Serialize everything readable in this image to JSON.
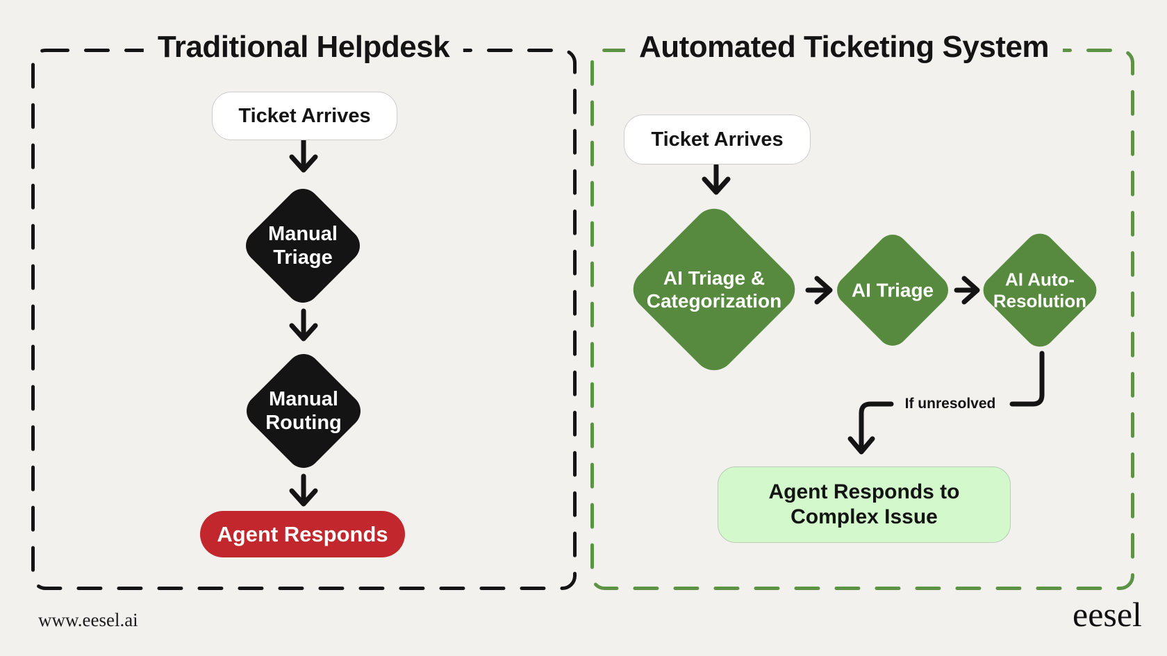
{
  "left_panel": {
    "title": "Traditional Helpdesk",
    "ticket_arrives": "Ticket Arrives",
    "manual_triage": "Manual Triage",
    "manual_routing": "Manual Routing",
    "agent_responds": "Agent Responds"
  },
  "right_panel": {
    "title": "Automated Ticketing System",
    "ticket_arrives": "Ticket Arrives",
    "ai_triage_categorization": "AI Triage & Categorization",
    "ai_triage": "AI Triage",
    "ai_auto_resolution": "AI Auto-Resolution",
    "edge_label": "If unresolved",
    "agent_responds_complex": "Agent Responds to Complex Issue"
  },
  "footer": {
    "website": "www.eesel.ai",
    "logo": "eesel"
  },
  "colors": {
    "background": "#f2f1ee",
    "black": "#141414",
    "green": "#578a3e",
    "green_border": "#5c9345",
    "red": "#c2272d",
    "light_green": "#d2f8cb"
  }
}
